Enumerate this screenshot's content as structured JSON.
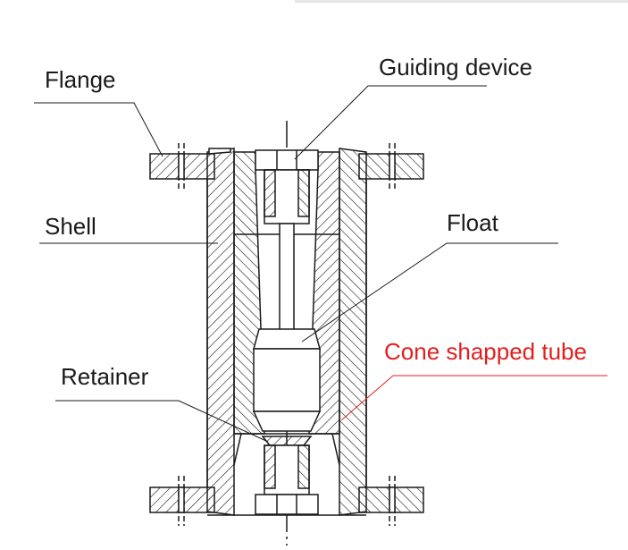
{
  "labels": {
    "flange": "Flange",
    "guiding_device": "Guiding device",
    "shell": "Shell",
    "float": "Float",
    "cone_tube": "Cone shapped tube",
    "retainer": "Retainer"
  },
  "colors": {
    "line": "#1a1a1a",
    "cone_label": "#e02020",
    "background": "#ffffff"
  }
}
